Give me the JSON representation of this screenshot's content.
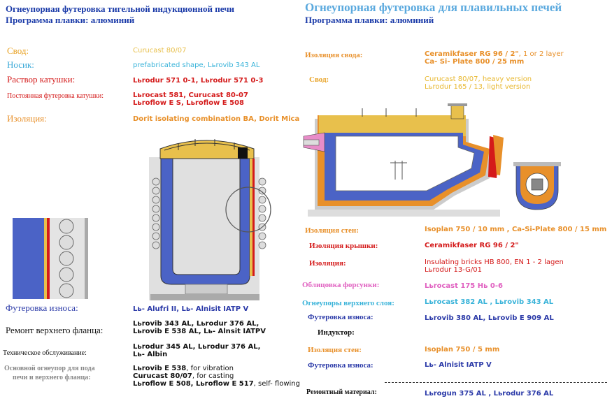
{
  "left": {
    "title_1": "Огнеупорная футеровка тигельной индукционной печи",
    "title_2": "Программа плавки: алюминий",
    "rows": [
      {
        "label": "Свод:",
        "value": "Curucast 80/07",
        "label_color": "#e8a020",
        "value_color": "#e8c04c"
      },
      {
        "label": "Носик:",
        "value": "prefabricated shape, Lьrovib 343 AL",
        "label_color": "#3aa9d8",
        "value_color": "#39b3d9"
      },
      {
        "label": "Раствор катушки:",
        "value": "Lьrodur 571 0-1, Lьrodur 571 0-3",
        "label_color": "#d41a1a",
        "value_color": "#d41a1a"
      },
      {
        "label": "Постоянная футеровка катушки:",
        "value_1": "Lьrocast 581, Curucast 80-07",
        "value_2": "Lьroflow E S, Lьroflow E 508",
        "label_color": "#d41a1a",
        "value_color": "#d41a1a"
      },
      {
        "label": "Изоляция:",
        "value": "Dorit isolating combination BA, Dorit Mica",
        "label_color": "#e8902a",
        "value_color": "#e8902a"
      }
    ],
    "wear": {
      "label": "Футеровка износа:",
      "value": "Lь- Alufri II, Lь- Alnisit IATP V",
      "color": "#2b3aa8"
    },
    "flange": {
      "label": "Ремонт верхнего фланца:",
      "line_1": "Lьrovib 343 AL, Lьrodur 376 AL,",
      "line_2": "Lьrovib E 538 AL, Lь- Alnsit IATPV"
    },
    "service": {
      "label": "Техническое обслуживание:",
      "line_1": "Lьrodur 345 AL, Lьrodur 376 AL,",
      "line_2": "Lь- Albin"
    },
    "base": {
      "label_1": "Основной огнеупор для пода",
      "label_2": "печи и верхнего фланца:",
      "line_1a": "Lьrovib E 538",
      "line_1b": ", for vibration",
      "line_2a": "Curucast 80/07",
      "line_2b": ", for casting",
      "line_3a": "Lьroflow E 508, Lьroflow E 517",
      "line_3b": ", self- flowing"
    }
  },
  "right": {
    "title_1": "Огнеупорная футеровка для плавильных печей",
    "title_2": "Программа плавки: алюминий",
    "roof_insulation": {
      "label": "Изоляция свода:",
      "line_1a": "Ceramikfaser RG 96 / 2\"",
      "line_1b": ", 1 or 2 layer",
      "line_2": "Ca- Si- Plate 800 / 25 mm"
    },
    "roof": {
      "label": "Свод:",
      "line_1a": "Curucast 80/07",
      "line_1b": ", heavy version",
      "line_2a": "Lьrodur 165 / 13",
      "line_2b": ", light version"
    },
    "rows": [
      {
        "label": "Изоляция стен:",
        "value": "Isoplan 750 / 10 mm , Ca-Si-Plate 800 / 15 mm",
        "color": "#e8902a"
      },
      {
        "label": "Изоляция крышки:",
        "value": "Ceramikfaser RG 96 / 2\"",
        "color": "#d41a1a"
      },
      {
        "label": "Изоляция:",
        "value": "Insulating bricks HB 800, EN 1 - 2 lagen",
        "value_2": "Lьrodur 13-G/01",
        "color": "#d41a1a"
      },
      {
        "label": "Облицовка форсунки:",
        "value": "Lьrocast 175 Hь 0-6",
        "color": "#e060c0"
      },
      {
        "label": "Огнеупоры верхнего слоя:",
        "value": "Lьrocast 382 AL , Lьrovib 343 AL",
        "color": "#39b3d9"
      },
      {
        "label": "Футеровка износа:",
        "value": "Lьrovib 380 AL, Lьrovib E 909 AL",
        "color": "#2b3aa8"
      }
    ],
    "inductor": {
      "label": "Индуктор:"
    },
    "inductor_rows": [
      {
        "label": "Изоляция стен:",
        "value": "Isoplan 750 / 5 mm",
        "color": "#e8902a"
      },
      {
        "label": "Футеровка износа:",
        "value": "Lь- Alnisit IATP V",
        "color": "#2b3aa8"
      }
    ],
    "repair": {
      "label": "Ремонтный материал:",
      "value": "Lьrogun 375 AL , Lьrodur 376 AL"
    }
  }
}
